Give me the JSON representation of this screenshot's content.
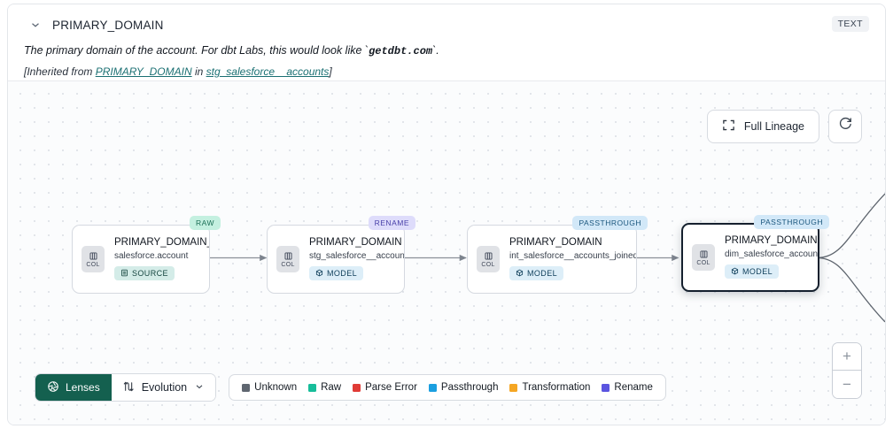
{
  "header": {
    "collapse_icon": "chevron-down-icon",
    "title": "PRIMARY_DOMAIN",
    "type_chip": "TEXT",
    "description_prefix": "The primary domain of the account. For dbt Labs, this would look like `",
    "description_code": "getdbt.com",
    "description_suffix": "`.",
    "inherited_open": "[Inherited from ",
    "inherited_link_column": "PRIMARY_DOMAIN",
    "inherited_in": " in ",
    "inherited_link_model": "stg_salesforce__accounts",
    "inherited_close": "]"
  },
  "canvas": {
    "full_lineage_label": "Full Lineage",
    "full_lineage_icon": "expand-icon",
    "refresh_icon": "refresh-icon",
    "zoom_in_label": "+",
    "zoom_out_label": "−"
  },
  "graph": {
    "col_chip_label": "COL",
    "nodes": [
      {
        "type_badge": "RAW",
        "type_class": "tb-raw",
        "title": "PRIMARY_DOMAIN__C",
        "subtitle": "salesforce.account",
        "kind": "SOURCE",
        "kind_class": "kind-source",
        "kind_icon": "database-icon",
        "selected": false
      },
      {
        "type_badge": "RENAME",
        "type_class": "tb-rename",
        "title": "PRIMARY_DOMAIN",
        "subtitle": "stg_salesforce__accounts",
        "kind": "MODEL",
        "kind_class": "kind-model",
        "kind_icon": "cube-icon",
        "selected": false
      },
      {
        "type_badge": "PASSTHROUGH",
        "type_class": "tb-passthrough",
        "title": "PRIMARY_DOMAIN",
        "subtitle": "int_salesforce__accounts_joined",
        "kind": "MODEL",
        "kind_class": "kind-model",
        "kind_icon": "cube-icon",
        "selected": false
      },
      {
        "type_badge": "PASSTHROUGH",
        "type_class": "tb-passthrough",
        "title": "PRIMARY_DOMAIN",
        "subtitle": "dim_salesforce_accounts",
        "kind": "MODEL",
        "kind_class": "kind-model",
        "kind_icon": "cube-icon",
        "selected": true
      }
    ]
  },
  "toolbar": {
    "lenses_label": "Lenses",
    "lenses_icon": "aperture-icon",
    "evolution_label": "Evolution",
    "evolution_icon": "evolution-icon",
    "evolution_caret_icon": "chevron-down-icon",
    "legend": [
      {
        "label": "Unknown",
        "color": "#5f6670"
      },
      {
        "label": "Raw",
        "color": "#17bd9a"
      },
      {
        "label": "Parse Error",
        "color": "#e03b36"
      },
      {
        "label": "Passthrough",
        "color": "#1b9fe0"
      },
      {
        "label": "Transformation",
        "color": "#f5a623"
      },
      {
        "label": "Rename",
        "color": "#5b55e0"
      }
    ]
  }
}
